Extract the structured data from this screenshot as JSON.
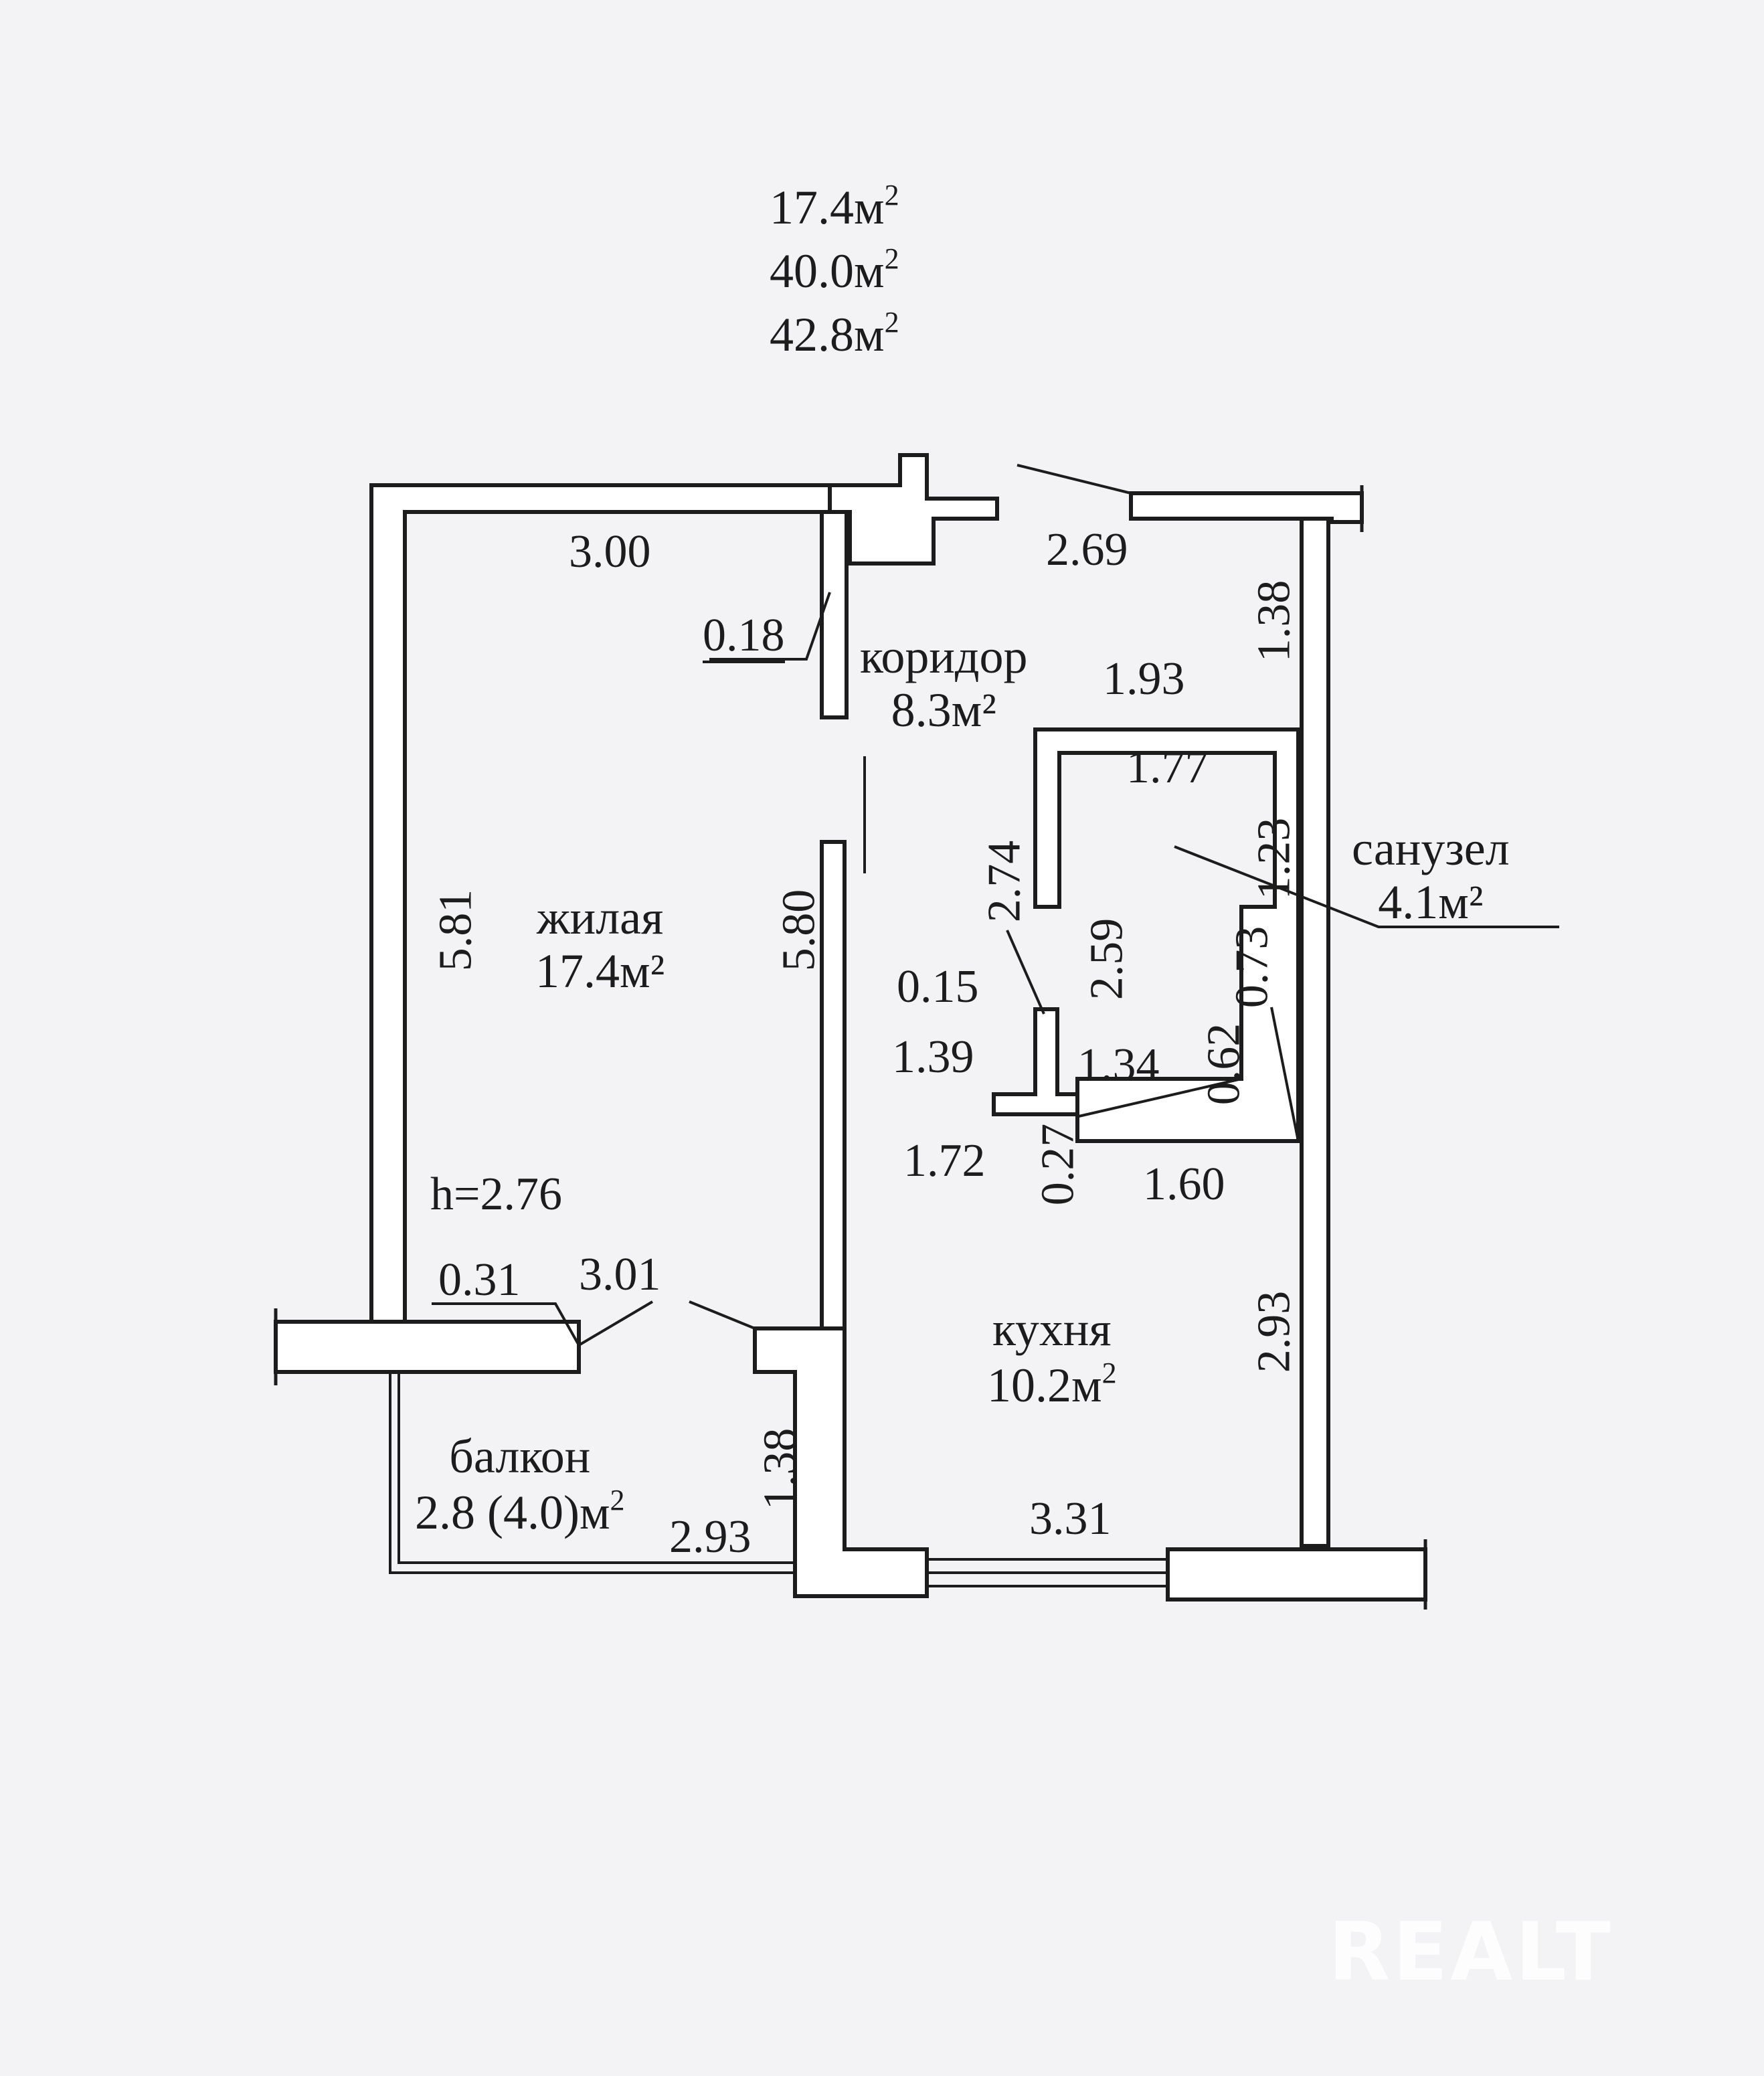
{
  "summary": {
    "line1": "17.4м",
    "line2": "40.0м",
    "line3": "42.8м",
    "unit_sup": "2"
  },
  "rooms": {
    "living": {
      "name": "жилая",
      "area": "17.4м²"
    },
    "corridor": {
      "name": "коридор",
      "area": "8.3м²"
    },
    "bathroom": {
      "name": "санузел",
      "area": "4.1м²"
    },
    "kitchen": {
      "name": "кухня",
      "area": "10.2м",
      "sup": "2"
    },
    "balcony": {
      "name": "балкон",
      "area": "2.8 (4.0)м",
      "sup": "2"
    }
  },
  "dimensions": {
    "living_top": "3.00",
    "living_left": "5.81",
    "living_right": "5.80",
    "wall_018": "0.18",
    "corridor_top": "2.69",
    "corridor_right": "1.38",
    "corridor_bottom": "1.93",
    "bath_top": "1.77",
    "bath_right": "1.23",
    "bath_step": "0.73",
    "bath_small": "0.62",
    "corridor_left_274": "2.74",
    "bath_left_259": "2.59",
    "niche_015": "0.15",
    "niche_139": "1.39",
    "niche_134": "1.34",
    "niche_027": "0.27",
    "kitchen_172": "1.72",
    "kitchen_160": "1.60",
    "kitchen_right": "2.93",
    "kitchen_bottom": "3.31",
    "height": "h=2.76",
    "balcony_031": "0.31",
    "balcony_301": "3.01",
    "balcony_138": "1.38",
    "balcony_293": "2.93"
  },
  "watermark": "REALT",
  "colors": {
    "paper": "#f3f3f5",
    "ink": "#1c1c1c",
    "wall_fill": "#ffffff"
  }
}
